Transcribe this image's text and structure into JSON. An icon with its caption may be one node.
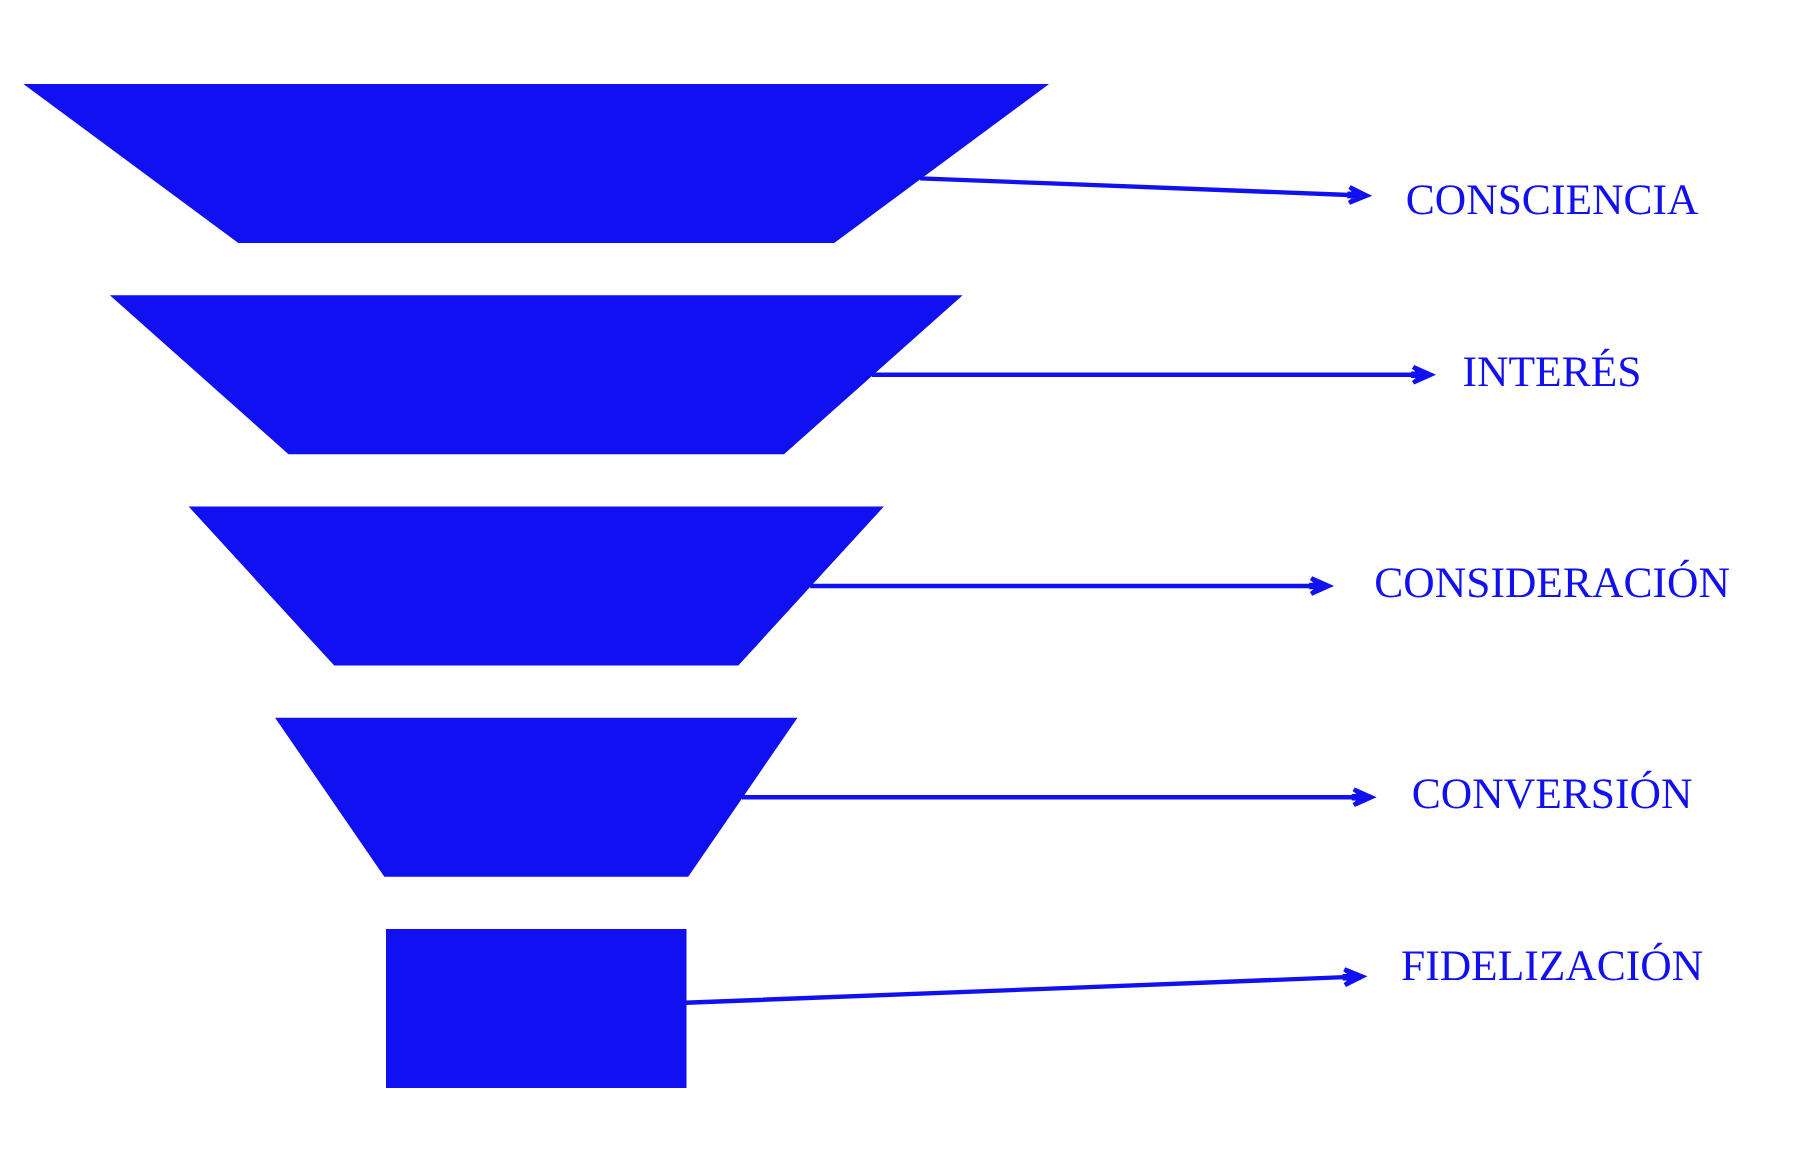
{
  "diagram": {
    "nodes": [
      {
        "text": [],
        "shape": "trapezoid"
      },
      {
        "text": [
          "CONSCIENCIA"
        ]
      },
      {
        "text": [],
        "shape": "trapezoid"
      },
      {
        "text": [
          "INTERÉS"
        ]
      },
      {
        "text": [],
        "shape": "trapezoid"
      },
      {
        "text": [
          "CONSIDERACIÓN"
        ]
      },
      {
        "text": [],
        "shape": "trapezoid"
      },
      {
        "text": [
          "CONVERSIÓN"
        ]
      },
      {
        "text": [],
        "shape": "box"
      },
      {
        "text": [
          "FIDELIZACIÓN"
        ]
      }
    ],
    "edges": [
      {
        "from": 0,
        "to": 1,
        "arrow": "to"
      },
      {
        "from": 2,
        "to": 3,
        "arrow": "to"
      },
      {
        "from": 4,
        "to": 5,
        "arrow": "to"
      },
      {
        "from": 6,
        "to": 7,
        "arrow": "to"
      },
      {
        "from": 8,
        "to": 9,
        "arrow": "to"
      }
    ]
  }
}
